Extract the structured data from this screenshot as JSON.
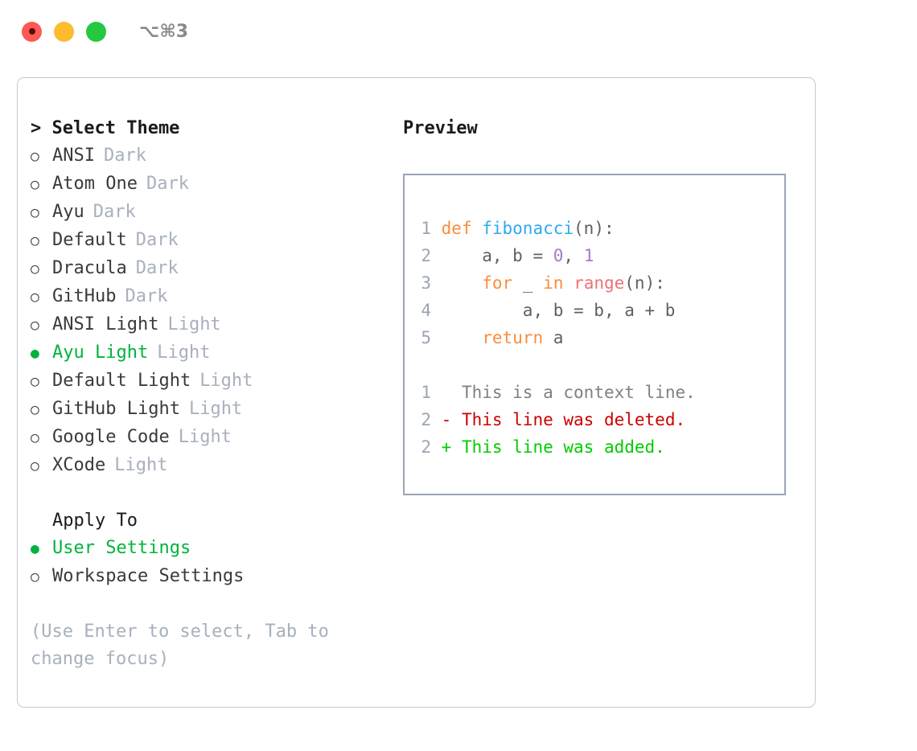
{
  "titlebar": {
    "shortcut": "⌥⌘3",
    "buttons": [
      {
        "name": "close",
        "color": "#fb5a56"
      },
      {
        "name": "minimize",
        "color": "#fdbc2f"
      },
      {
        "name": "maximize",
        "color": "#25c840"
      }
    ]
  },
  "theme_panel": {
    "heading": "> Select Theme",
    "bullet_unselected": "○",
    "bullet_selected": "●",
    "options": [
      {
        "label": "ANSI",
        "tag": "Dark",
        "selected": false
      },
      {
        "label": "Atom One",
        "tag": "Dark",
        "selected": false
      },
      {
        "label": "Ayu",
        "tag": "Dark",
        "selected": false
      },
      {
        "label": "Default",
        "tag": "Dark",
        "selected": false
      },
      {
        "label": "Dracula",
        "tag": "Dark",
        "selected": false
      },
      {
        "label": "GitHub",
        "tag": "Dark",
        "selected": false
      },
      {
        "label": "ANSI Light",
        "tag": "Light",
        "selected": false
      },
      {
        "label": "Ayu Light",
        "tag": "Light",
        "selected": true
      },
      {
        "label": "Default Light",
        "tag": "Light",
        "selected": false
      },
      {
        "label": "GitHub Light",
        "tag": "Light",
        "selected": false
      },
      {
        "label": "Google Code",
        "tag": "Light",
        "selected": false
      },
      {
        "label": "XCode",
        "tag": "Light",
        "selected": false
      }
    ]
  },
  "apply_to": {
    "heading": "Apply To",
    "options": [
      {
        "label": "User Settings",
        "selected": true
      },
      {
        "label": "Workspace Settings",
        "selected": false
      }
    ]
  },
  "hint": "(Use Enter to select, Tab to change focus)",
  "preview": {
    "heading": "Preview",
    "code_lines": [
      {
        "number": "1",
        "tokens": [
          {
            "text": "def ",
            "type": "kw"
          },
          {
            "text": "fibonacci",
            "type": "fn"
          },
          {
            "text": "(n):",
            "type": "plain"
          }
        ]
      },
      {
        "number": "2",
        "tokens": [
          {
            "text": "    a, b = ",
            "type": "plain"
          },
          {
            "text": "0",
            "type": "num"
          },
          {
            "text": ", ",
            "type": "plain"
          },
          {
            "text": "1",
            "type": "num"
          }
        ]
      },
      {
        "number": "3",
        "tokens": [
          {
            "text": "    ",
            "type": "plain"
          },
          {
            "text": "for",
            "type": "kw"
          },
          {
            "text": " _ ",
            "type": "plain"
          },
          {
            "text": "in",
            "type": "kw"
          },
          {
            "text": " ",
            "type": "plain"
          },
          {
            "text": "range",
            "type": "builtin"
          },
          {
            "text": "(n):",
            "type": "plain"
          }
        ]
      },
      {
        "number": "4",
        "tokens": [
          {
            "text": "        a, b = b, a + b",
            "type": "plain"
          }
        ]
      },
      {
        "number": "5",
        "tokens": [
          {
            "text": "    ",
            "type": "plain"
          },
          {
            "text": "return",
            "type": "kw"
          },
          {
            "text": " a",
            "type": "plain"
          }
        ]
      }
    ],
    "diff_lines": [
      {
        "number": "1",
        "marker": "  ",
        "text": "This is a context line.",
        "type": "ctx"
      },
      {
        "number": "2",
        "marker": "- ",
        "text": "This line was deleted.",
        "type": "del"
      },
      {
        "number": "2",
        "marker": "+ ",
        "text": "This line was added.",
        "type": "add"
      }
    ]
  },
  "colors": {
    "accent_green": "#00b33c",
    "muted": "#a8b0be",
    "border": "#9aa5b5",
    "dialog_border": "#c3c9d4",
    "keyword": "#fa8d3e",
    "function": "#2fa8f0",
    "number": "#a37acc",
    "builtin": "#f07171",
    "diff_delete": "#cc0000",
    "diff_add": "#00cc00"
  }
}
